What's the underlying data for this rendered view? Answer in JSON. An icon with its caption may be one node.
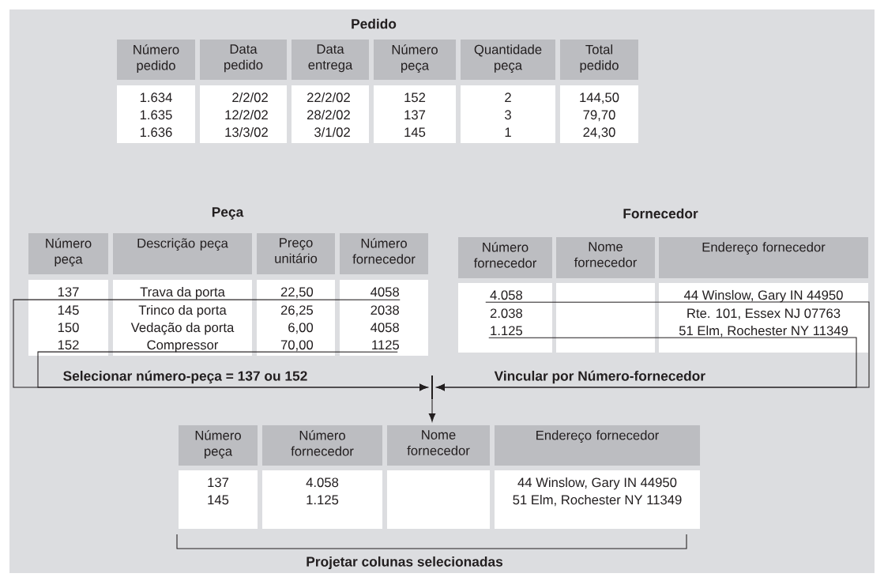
{
  "diagram": {
    "nodes": [
      {
        "text": [
          "Pedido",
          "Número pedido",
          "Data pedido",
          "Data entrega",
          "Número peça",
          "Quantidade peça",
          "Total pedido"
        ]
      },
      {
        "text": [
          "1.634",
          "2/2/02",
          "22/2/02",
          "152",
          "2",
          "144,50"
        ],
        "in": 0
      },
      {
        "text": [
          "1.635",
          "12/2/02",
          "28/2/02",
          "137",
          "3",
          "79,70"
        ],
        "in": 0
      },
      {
        "text": [
          "1.636",
          "13/3/02",
          "3/1/02",
          "145",
          "1",
          "24,30"
        ],
        "in": 0
      },
      {
        "text": [
          "Peça",
          "Número peça",
          "Descrição peça",
          "Preço unitário",
          "Número fornecedor"
        ]
      },
      {
        "text": [
          "137",
          "Trava da porta",
          "22,50",
          "4058"
        ],
        "in": 4
      },
      {
        "text": [
          "145",
          "Trinco da porta",
          "26,25",
          "2038"
        ],
        "in": 4
      },
      {
        "text": [
          "150",
          "Vedação da porta",
          "6,00",
          "4058"
        ],
        "in": 4
      },
      {
        "text": [
          "152",
          "Compressor",
          "70,00",
          "1125"
        ],
        "in": 4
      },
      {
        "text": [
          "Fornecedor",
          "Número fornecedor",
          "Nome fornecedor",
          "Endereço fornecedor"
        ]
      },
      {
        "text": [
          "4.058",
          "44 Winslow, Gary IN 44950"
        ],
        "in": 9
      },
      {
        "text": [
          "2.038",
          "Rte. 101, Essex NJ 07763"
        ],
        "in": 9
      },
      {
        "text": [
          "1.125",
          "51 Elm, Rochester NY 11349"
        ],
        "in": 9
      },
      {
        "text": [],
        "shape": "bar"
      },
      {
        "text": [
          "Número peça",
          "Número fornecedor",
          "Nome fornecedor",
          "Endereço fornecedor"
        ]
      },
      {
        "text": [
          "137",
          "4.058",
          "44 Winslow, Gary IN 44950"
        ],
        "in": 14
      },
      {
        "text": [
          "145",
          "1.125",
          "51 Elm, Rochester NY 11349"
        ],
        "in": 14
      }
    ],
    "edges": [
      {
        "from": 5,
        "to": 13,
        "arrow": "to",
        "label": "Selecionar número-peça = 137 ou 152"
      },
      {
        "from": 8,
        "to": 13,
        "arrow": "to"
      },
      {
        "from": 10,
        "to": 13,
        "arrow": "to",
        "label": "Vincular por Número-fornecedor"
      },
      {
        "from": 12,
        "to": 13,
        "arrow": "to"
      },
      {
        "from": 13,
        "to": 14,
        "arrow": "to"
      }
    ],
    "labels": [
      "Projetar colunas selecionadas"
    ]
  }
}
